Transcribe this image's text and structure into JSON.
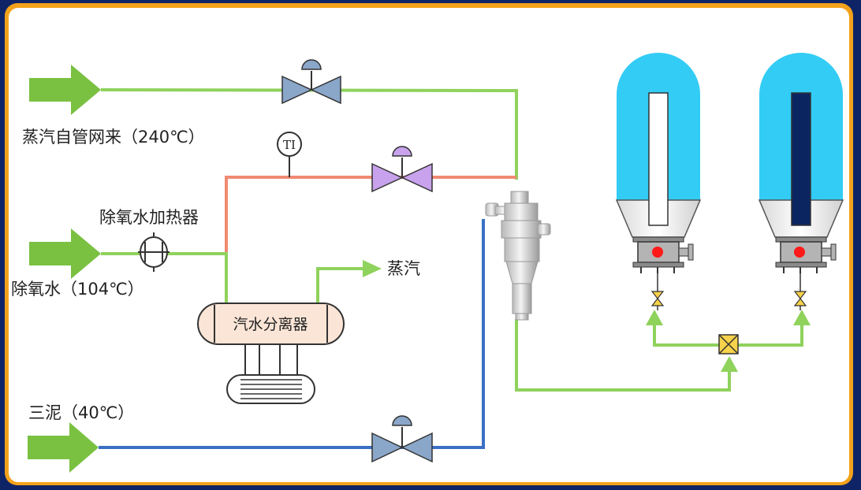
{
  "labels": {
    "steam_in": "蒸汽自管网来（240℃）",
    "deaerator_heater": "除氧水加热器",
    "deaerated_water": "除氧水（104℃）",
    "separator": "汽水分离器",
    "steam_out": "蒸汽",
    "sludge": "三泥（40℃）",
    "temp_indicator": "TI"
  },
  "colors": {
    "steam_line": "#8fd25c",
    "hot_water_line": "#f08a72",
    "sludge_line": "#3a6fc4",
    "inlet_arrow": "#7ac142",
    "valve_blue": "#8aa6c9",
    "valve_purple": "#c8a2ec",
    "tank_dome": "#33ccf5",
    "frame": "#f4a21b",
    "background": "#0f2466"
  },
  "icons": {
    "inlet": "green-arrow-icon",
    "valve": "gate-valve-icon",
    "temperature": "ti-gauge-icon",
    "mixer": "ejector-mixer-icon",
    "tank": "storage-tank-icon"
  }
}
